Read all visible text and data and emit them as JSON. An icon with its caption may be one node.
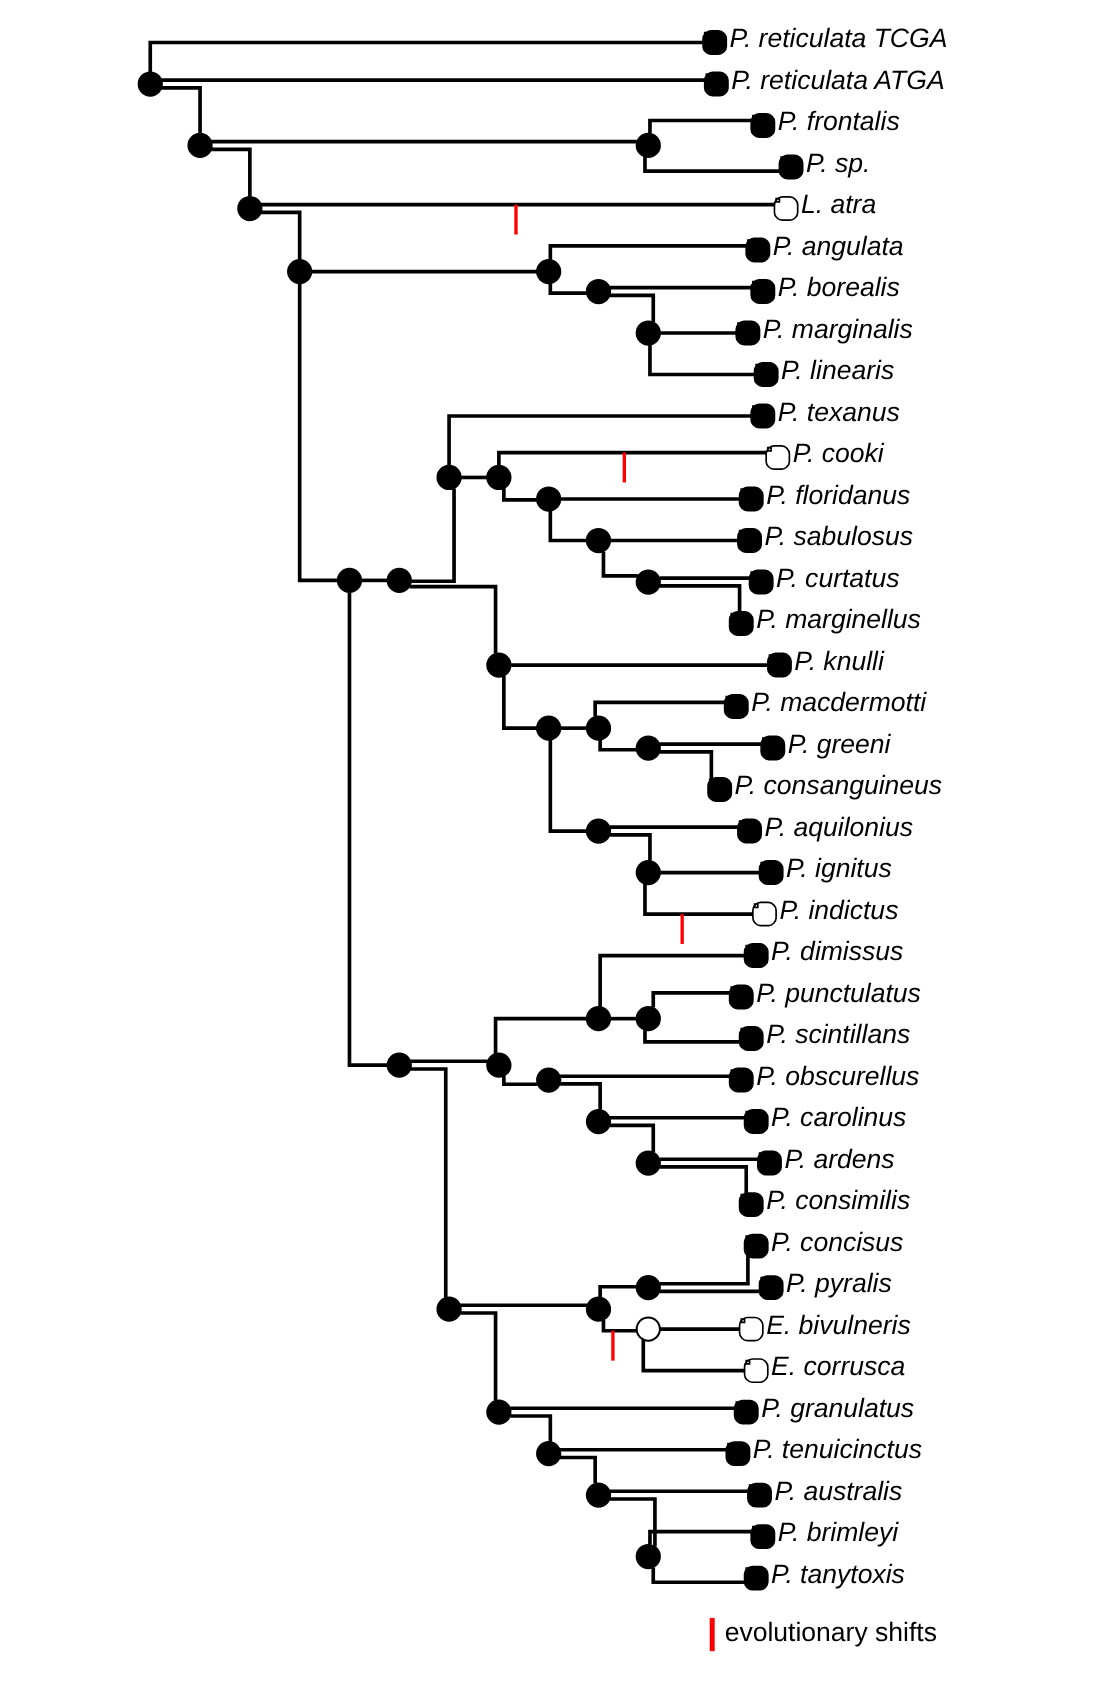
{
  "diagram": {
    "nodes": [
      {
        "text": [],
        "shape": "circle"
      },
      {
        "text": [
          "P. reticulata TCGA"
        ]
      },
      {
        "text": [
          "P. reticulata ATGA"
        ]
      },
      {
        "text": [],
        "shape": "circle"
      },
      {
        "text": [],
        "shape": "circle"
      },
      {
        "text": [
          "P. frontalis"
        ]
      },
      {
        "text": [
          "P. sp."
        ]
      },
      {
        "text": [],
        "shape": "circle"
      },
      {
        "text": [
          "L. atra"
        ]
      },
      {
        "text": [],
        "shape": "circle"
      },
      {
        "text": [],
        "shape": "circle"
      },
      {
        "text": [
          "P. angulata"
        ]
      },
      {
        "text": [],
        "shape": "circle"
      },
      {
        "text": [
          "P. borealis"
        ]
      },
      {
        "text": [],
        "shape": "circle"
      },
      {
        "text": [
          "P. marginalis"
        ]
      },
      {
        "text": [
          "P. linearis"
        ]
      },
      {
        "text": [],
        "shape": "circle"
      },
      {
        "text": [],
        "shape": "circle"
      },
      {
        "text": [],
        "shape": "circle"
      },
      {
        "text": [
          "P. texanus"
        ]
      },
      {
        "text": [],
        "shape": "circle"
      },
      {
        "text": [
          "P. cooki"
        ]
      },
      {
        "text": [],
        "shape": "circle"
      },
      {
        "text": [
          "P. floridanus"
        ]
      },
      {
        "text": [],
        "shape": "circle"
      },
      {
        "text": [
          "P. sabulosus"
        ]
      },
      {
        "text": [],
        "shape": "circle"
      },
      {
        "text": [
          "P. curtatus"
        ]
      },
      {
        "text": [
          "P. marginellus"
        ]
      },
      {
        "text": [],
        "shape": "circle"
      },
      {
        "text": [
          "P. knulli"
        ]
      },
      {
        "text": [],
        "shape": "circle"
      },
      {
        "text": [],
        "shape": "circle"
      },
      {
        "text": [
          "P. macdermotti"
        ]
      },
      {
        "text": [],
        "shape": "circle"
      },
      {
        "text": [
          "P. greeni"
        ]
      },
      {
        "text": [
          "P. consanguineus"
        ]
      },
      {
        "text": [],
        "shape": "circle"
      },
      {
        "text": [
          "P. aquilonius"
        ]
      },
      {
        "text": [],
        "shape": "circle"
      },
      {
        "text": [
          "P. ignitus"
        ]
      },
      {
        "text": [
          "P. indictus"
        ]
      },
      {
        "text": [],
        "shape": "circle"
      },
      {
        "text": [],
        "shape": "circle"
      },
      {
        "text": [],
        "shape": "circle"
      },
      {
        "text": [
          "P. dimissus"
        ]
      },
      {
        "text": [],
        "shape": "circle"
      },
      {
        "text": [
          "P. punctulatus"
        ]
      },
      {
        "text": [
          "P. scintillans"
        ]
      },
      {
        "text": [],
        "shape": "circle"
      },
      {
        "text": [
          "P. obscurellus"
        ]
      },
      {
        "text": [],
        "shape": "circle"
      },
      {
        "text": [
          "P. carolinus"
        ]
      },
      {
        "text": [],
        "shape": "circle"
      },
      {
        "text": [
          "P. ardens"
        ]
      },
      {
        "text": [
          "P. consimilis"
        ]
      },
      {
        "text": [],
        "shape": "circle"
      },
      {
        "text": [],
        "shape": "circle"
      },
      {
        "text": [],
        "shape": "circle"
      },
      {
        "text": [
          "P. concisus"
        ]
      },
      {
        "text": [
          "P. pyralis"
        ]
      },
      {
        "text": [],
        "shape": "circle"
      },
      {
        "text": [
          "E. bivulneris"
        ]
      },
      {
        "text": [
          "E. corrusca"
        ]
      },
      {
        "text": [],
        "shape": "circle"
      },
      {
        "text": [
          "P. granulatus"
        ]
      },
      {
        "text": [],
        "shape": "circle"
      },
      {
        "text": [
          "P. tenuicinctus"
        ]
      },
      {
        "text": [],
        "shape": "circle"
      },
      {
        "text": [
          "P. australis"
        ]
      },
      {
        "text": [],
        "shape": "circle"
      },
      {
        "text": [
          "P. brimleyi"
        ]
      },
      {
        "text": [
          "P. tanytoxis"
        ]
      }
    ],
    "edges": [
      {
        "from": 0,
        "to": 1,
        "arrow": "none"
      },
      {
        "from": 0,
        "to": 2,
        "arrow": "none"
      },
      {
        "from": 0,
        "to": 3,
        "arrow": "none"
      },
      {
        "from": 3,
        "to": 4,
        "arrow": "none"
      },
      {
        "from": 4,
        "to": 5,
        "arrow": "none"
      },
      {
        "from": 4,
        "to": 6,
        "arrow": "none"
      },
      {
        "from": 3,
        "to": 7,
        "arrow": "none"
      },
      {
        "from": 7,
        "to": 8,
        "arrow": "none"
      },
      {
        "from": 7,
        "to": 9,
        "arrow": "none"
      },
      {
        "from": 9,
        "to": 10,
        "arrow": "none"
      },
      {
        "from": 10,
        "to": 11,
        "arrow": "none"
      },
      {
        "from": 10,
        "to": 12,
        "arrow": "none"
      },
      {
        "from": 12,
        "to": 13,
        "arrow": "none"
      },
      {
        "from": 12,
        "to": 14,
        "arrow": "none"
      },
      {
        "from": 14,
        "to": 15,
        "arrow": "none"
      },
      {
        "from": 14,
        "to": 16,
        "arrow": "none"
      },
      {
        "from": 9,
        "to": 17,
        "arrow": "none"
      },
      {
        "from": 17,
        "to": 18,
        "arrow": "none"
      },
      {
        "from": 18,
        "to": 19,
        "arrow": "none"
      },
      {
        "from": 19,
        "to": 20,
        "arrow": "none"
      },
      {
        "from": 19,
        "to": 21,
        "arrow": "none"
      },
      {
        "from": 21,
        "to": 22,
        "arrow": "none"
      },
      {
        "from": 21,
        "to": 23,
        "arrow": "none"
      },
      {
        "from": 23,
        "to": 24,
        "arrow": "none"
      },
      {
        "from": 23,
        "to": 25,
        "arrow": "none"
      },
      {
        "from": 25,
        "to": 26,
        "arrow": "none"
      },
      {
        "from": 25,
        "to": 27,
        "arrow": "none"
      },
      {
        "from": 27,
        "to": 28,
        "arrow": "none"
      },
      {
        "from": 27,
        "to": 29,
        "arrow": "none"
      },
      {
        "from": 18,
        "to": 30,
        "arrow": "none"
      },
      {
        "from": 30,
        "to": 31,
        "arrow": "none"
      },
      {
        "from": 30,
        "to": 32,
        "arrow": "none"
      },
      {
        "from": 32,
        "to": 33,
        "arrow": "none"
      },
      {
        "from": 33,
        "to": 34,
        "arrow": "none"
      },
      {
        "from": 33,
        "to": 35,
        "arrow": "none"
      },
      {
        "from": 35,
        "to": 36,
        "arrow": "none"
      },
      {
        "from": 35,
        "to": 37,
        "arrow": "none"
      },
      {
        "from": 32,
        "to": 38,
        "arrow": "none"
      },
      {
        "from": 38,
        "to": 39,
        "arrow": "none"
      },
      {
        "from": 38,
        "to": 40,
        "arrow": "none"
      },
      {
        "from": 40,
        "to": 41,
        "arrow": "none"
      },
      {
        "from": 40,
        "to": 42,
        "arrow": "none"
      },
      {
        "from": 17,
        "to": 43,
        "arrow": "none"
      },
      {
        "from": 43,
        "to": 44,
        "arrow": "none"
      },
      {
        "from": 44,
        "to": 45,
        "arrow": "none"
      },
      {
        "from": 45,
        "to": 46,
        "arrow": "none"
      },
      {
        "from": 45,
        "to": 47,
        "arrow": "none"
      },
      {
        "from": 47,
        "to": 48,
        "arrow": "none"
      },
      {
        "from": 47,
        "to": 49,
        "arrow": "none"
      },
      {
        "from": 44,
        "to": 50,
        "arrow": "none"
      },
      {
        "from": 50,
        "to": 51,
        "arrow": "none"
      },
      {
        "from": 50,
        "to": 52,
        "arrow": "none"
      },
      {
        "from": 52,
        "to": 53,
        "arrow": "none"
      },
      {
        "from": 52,
        "to": 54,
        "arrow": "none"
      },
      {
        "from": 54,
        "to": 55,
        "arrow": "none"
      },
      {
        "from": 54,
        "to": 56,
        "arrow": "none"
      },
      {
        "from": 43,
        "to": 57,
        "arrow": "none"
      },
      {
        "from": 57,
        "to": 58,
        "arrow": "none"
      },
      {
        "from": 58,
        "to": 59,
        "arrow": "none"
      },
      {
        "from": 59,
        "to": 60,
        "arrow": "none"
      },
      {
        "from": 59,
        "to": 61,
        "arrow": "none"
      },
      {
        "from": 58,
        "to": 62,
        "arrow": "none"
      },
      {
        "from": 62,
        "to": 63,
        "arrow": "none"
      },
      {
        "from": 62,
        "to": 64,
        "arrow": "none"
      },
      {
        "from": 57,
        "to": 65,
        "arrow": "none"
      },
      {
        "from": 65,
        "to": 66,
        "arrow": "none"
      },
      {
        "from": 65,
        "to": 67,
        "arrow": "none"
      },
      {
        "from": 67,
        "to": 68,
        "arrow": "none"
      },
      {
        "from": 67,
        "to": 69,
        "arrow": "none"
      },
      {
        "from": 69,
        "to": 70,
        "arrow": "none"
      },
      {
        "from": 69,
        "to": 71,
        "arrow": "none"
      },
      {
        "from": 71,
        "to": 72,
        "arrow": "none"
      },
      {
        "from": 71,
        "to": 73,
        "arrow": "none"
      }
    ],
    "legend": [
      {
        "text": "evolutionary shifts"
      }
    ]
  }
}
